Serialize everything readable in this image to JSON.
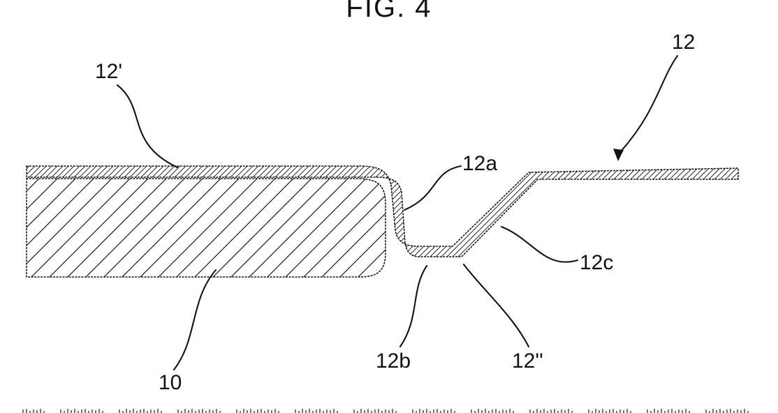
{
  "figure": {
    "title": "FIG. 4",
    "labels": {
      "substrate": "10",
      "film_over_substrate": "12'",
      "film_flat_right": "12",
      "step_section": "12a",
      "bottom_section": "12b",
      "slope_section": "12c",
      "right_film_region": "12''"
    },
    "colors": {
      "line": "#141414",
      "background": "#ffffff",
      "caption_fragment": "#555555"
    }
  }
}
